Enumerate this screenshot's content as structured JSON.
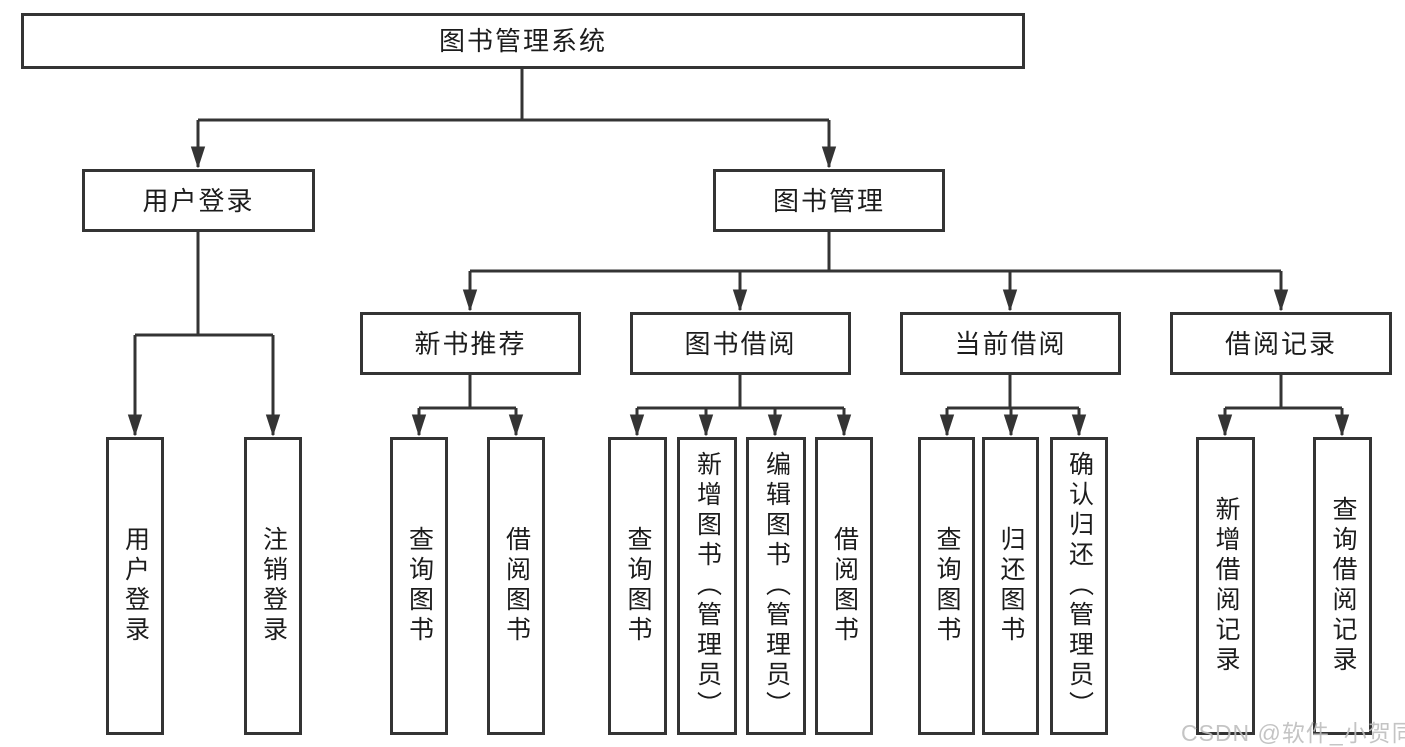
{
  "diagram": {
    "root": {
      "label": "图书管理系统"
    },
    "branches": [
      {
        "label": "用户登录",
        "children": [
          {
            "label": "用户登录"
          },
          {
            "label": "注销登录"
          }
        ]
      },
      {
        "label": "图书管理",
        "children": [
          {
            "label": "新书推荐",
            "children": [
              {
                "label": "查询图书"
              },
              {
                "label": "借阅图书"
              }
            ]
          },
          {
            "label": "图书借阅",
            "children": [
              {
                "label": "查询图书"
              },
              {
                "label": "新增图书（管理员）"
              },
              {
                "label": "编辑图书（管理员）"
              },
              {
                "label": "借阅图书"
              }
            ]
          },
          {
            "label": "当前借阅",
            "children": [
              {
                "label": "查询图书"
              },
              {
                "label": "归还图书"
              },
              {
                "label": "确认归还（管理员）"
              }
            ]
          },
          {
            "label": "借阅记录",
            "children": [
              {
                "label": "新增借阅记录"
              },
              {
                "label": "查询借阅记录"
              }
            ]
          }
        ]
      }
    ],
    "line_color": "#343434",
    "box_border_color": "#343434",
    "text_color": "#1c1c1c"
  },
  "watermark": {
    "text": "CSDN @软件_小贺同学",
    "color": "#bebebe"
  }
}
